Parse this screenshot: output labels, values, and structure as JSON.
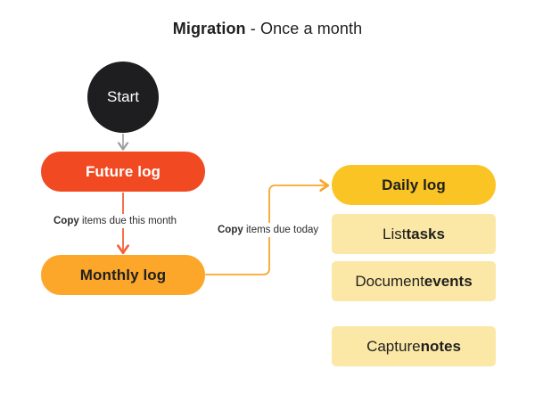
{
  "title": {
    "strong": "Migration",
    "rest": " - Once a month"
  },
  "nodes": {
    "start": {
      "label": "Start",
      "color": "#1e1e20"
    },
    "future_log": {
      "label": "Future log",
      "color": "#F14A23"
    },
    "monthly_log": {
      "label": "Monthly log",
      "color": "#FCA72A"
    },
    "daily_log": {
      "label": "Daily log",
      "color": "#FBC425"
    }
  },
  "daily_log_items": [
    {
      "plain": "List ",
      "strong": "tasks"
    },
    {
      "plain": "Document ",
      "strong": "events"
    },
    {
      "plain": "Capture ",
      "strong": "notes"
    }
  ],
  "edges": [
    {
      "id": "start-to-future",
      "label": "",
      "color": "#9e9e9e"
    },
    {
      "id": "future-to-monthly",
      "label_strong": "Copy",
      "label_rest": " items due this month",
      "color": "#F4613B"
    },
    {
      "id": "monthly-to-daily",
      "label_strong": "Copy",
      "label_rest": " items due today",
      "color": "#FBA52B"
    }
  ],
  "colors": {
    "background": "#ffffff",
    "text_dark": "#1f1f1f",
    "light_yellow": "#FCE8A6",
    "arrow_gray": "#9e9e9e",
    "arrow_red": "#F4613B",
    "arrow_orange": "#FBA52B"
  }
}
